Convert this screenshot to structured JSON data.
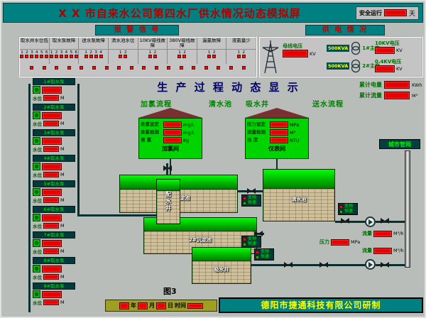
{
  "title_bar": {
    "title": "X X 市自来水公司第四水厂供水情况动态模拟屏",
    "safe_label": "安全运行",
    "safe_value": "",
    "safe_unit": "天"
  },
  "alarm_panel": {
    "title": "报 警 信 号",
    "groups": [
      {
        "label": "取水井水位低",
        "lights": [
          "1",
          "2",
          "3",
          "4",
          "5",
          "6"
        ]
      },
      {
        "label": "取水泵故障",
        "lights": [
          "1",
          "2",
          "3",
          "4",
          "5",
          "6"
        ]
      },
      {
        "label": "送水泵故障",
        "lights": [
          "1",
          "2",
          "3",
          "4"
        ]
      },
      {
        "label": "清水池水位",
        "lights": [
          "1",
          "2"
        ]
      },
      {
        "label": "10KV母线故障",
        "lights": [
          "1",
          "2"
        ]
      },
      {
        "label": "380V母线故障",
        "lights": [
          "1",
          "2"
        ]
      },
      {
        "label": "漏氯故障",
        "lights": [
          "1",
          "2"
        ]
      },
      {
        "label": "液氯量少",
        "lights": [
          "1",
          "2"
        ]
      }
    ],
    "bottom_lights": 18
  },
  "power_panel": {
    "title": "供 电 情 况",
    "bus": {
      "label": "母线电压",
      "value": "",
      "unit": "KV"
    },
    "kva": "500KVA",
    "transformers": [
      "1#主变",
      "2#主变"
    ],
    "v10": {
      "label": "10KV电压",
      "value": "",
      "unit": "KV"
    },
    "v04": {
      "label": "0.4KV电压",
      "value": "",
      "unit": "KV"
    }
  },
  "totals": {
    "energy": {
      "label": "累计电量",
      "value": "",
      "unit": "KWh"
    },
    "flow": {
      "label": "累计流量",
      "value": "",
      "unit": "M³"
    }
  },
  "process": {
    "title": "生 产 过 程 动 态 显 示",
    "sections": [
      "加氯流程",
      "清水池",
      "吸水井",
      "送水流程"
    ]
  },
  "houses": [
    {
      "caption": "加氯间",
      "rows": [
        {
          "label": "余氯设定",
          "value": "",
          "unit": "mg/L"
        },
        {
          "label": "余氯检测",
          "value": "",
          "unit": "mg/L"
        },
        {
          "label": "液  氯",
          "value": "",
          "unit": "Kg"
        }
      ]
    },
    {
      "caption": "仪表间",
      "rows": [
        {
          "label": "压力设定",
          "value": "",
          "unit": "MPa"
        },
        {
          "label": "流量检测",
          "value": "",
          "unit": "M³"
        },
        {
          "label": "浊  度",
          "value": "",
          "unit": "NTU"
        }
      ]
    }
  ],
  "intake_pumps": {
    "level_label": "水位",
    "level_unit": "M",
    "units": [
      "1#取水泵",
      "2#取水泵",
      "3#取水泵",
      "4#取水泵",
      "5#取水泵",
      "6#取水泵",
      "7#取水泵",
      "8#取水泵",
      "9#取水泵"
    ]
  },
  "tanks": {
    "distribution": "配水井",
    "sediment1": "1#沉淀池",
    "sediment2": "2#沉淀池",
    "clear": "清水池",
    "suction": "吸水井"
  },
  "status_chips": {
    "a": "变频",
    "b": "恒速"
  },
  "outputs": {
    "pressure": {
      "label": "压力",
      "value": "",
      "unit": "MPa"
    },
    "flow1": {
      "label": "流量",
      "value": "",
      "unit": "M³/h"
    },
    "flow2": {
      "label": "流量",
      "value": "",
      "unit": "M³/h"
    }
  },
  "network_label": "城市管网",
  "figure_label": "图3",
  "datetime_bar": {
    "labels": [
      "年",
      "月",
      "日",
      "时间"
    ]
  },
  "footer": "德阳市捷通科技有限公司研制"
}
